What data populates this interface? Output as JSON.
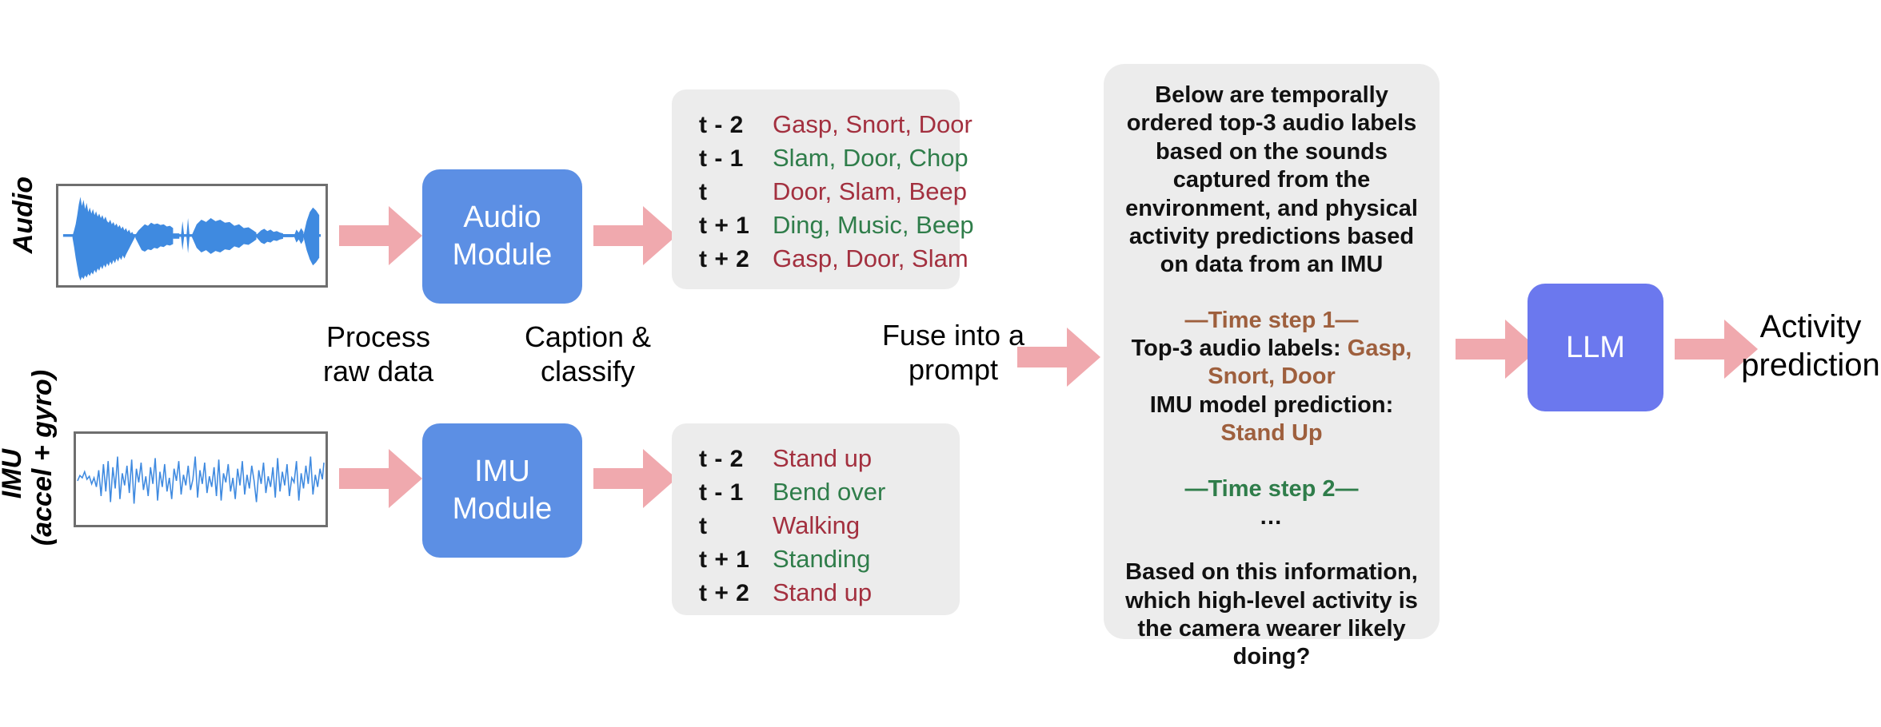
{
  "streams": {
    "audio": {
      "label": "Audio",
      "panel_icon": "audio-waveform"
    },
    "imu": {
      "label_line1": "IMU",
      "label_line2": "(accel + gyro)",
      "panel_icon": "imu-signal-plot"
    }
  },
  "modules": {
    "audio": {
      "line1": "Audio",
      "line2": "Module"
    },
    "imu": {
      "line1": "IMU",
      "line2": "Module"
    },
    "llm": {
      "label": "LLM"
    }
  },
  "captions": {
    "process": {
      "line1": "Process",
      "line2": "raw data"
    },
    "caption": {
      "line1": "Caption &",
      "line2": "classify"
    },
    "fuse": {
      "line1": "Fuse into a",
      "line2": "prompt"
    }
  },
  "audio_labels": {
    "rows": [
      {
        "t": "t - 2",
        "value": "Gasp, Snort, Door",
        "color": "red"
      },
      {
        "t": "t - 1",
        "value": "Slam, Door, Chop",
        "color": "green"
      },
      {
        "t": "t",
        "value": "Door, Slam, Beep",
        "color": "red"
      },
      {
        "t": "t + 1",
        "value": "Ding, Music, Beep",
        "color": "green"
      },
      {
        "t": "t + 2",
        "value": "Gasp, Door, Slam",
        "color": "red"
      }
    ]
  },
  "imu_labels": {
    "rows": [
      {
        "t": "t - 2",
        "value": "Stand up",
        "color": "red"
      },
      {
        "t": "t - 1",
        "value": "Bend over",
        "color": "green"
      },
      {
        "t": "t",
        "value": "Walking",
        "color": "red"
      },
      {
        "t": "t + 1",
        "value": "Standing",
        "color": "green"
      },
      {
        "t": "t + 2",
        "value": "Stand up",
        "color": "red"
      }
    ]
  },
  "prompt": {
    "intro": "Below are temporally ordered top-3 audio labels based on the sounds captured from the environment, and physical activity predictions based on data from an IMU",
    "step1_header": "—Time step 1—",
    "audio_prefix": "Top-3 audio labels: ",
    "audio_values": "Gasp, Snort, Door",
    "imu_prefix": "IMU model prediction: ",
    "imu_value": "Stand Up",
    "step2_header": "—Time step 2—",
    "ellipsis": "…",
    "question": "Based on this information, which high-level activity is the camera wearer likely doing?"
  },
  "output": {
    "line1": "Activity",
    "line2": "prediction"
  },
  "colors": {
    "module_blue": "#5C8FE4",
    "llm_blue": "#6B78EE",
    "arrow_pink": "#F0A9AE",
    "card_grey": "#ECECEC",
    "signal_blue": "#3F8AE0",
    "panel_border": "#6E6E6E",
    "label_red": "#A3303F",
    "label_green": "#2F7D4A",
    "prompt_brown": "#9E5F3D"
  }
}
